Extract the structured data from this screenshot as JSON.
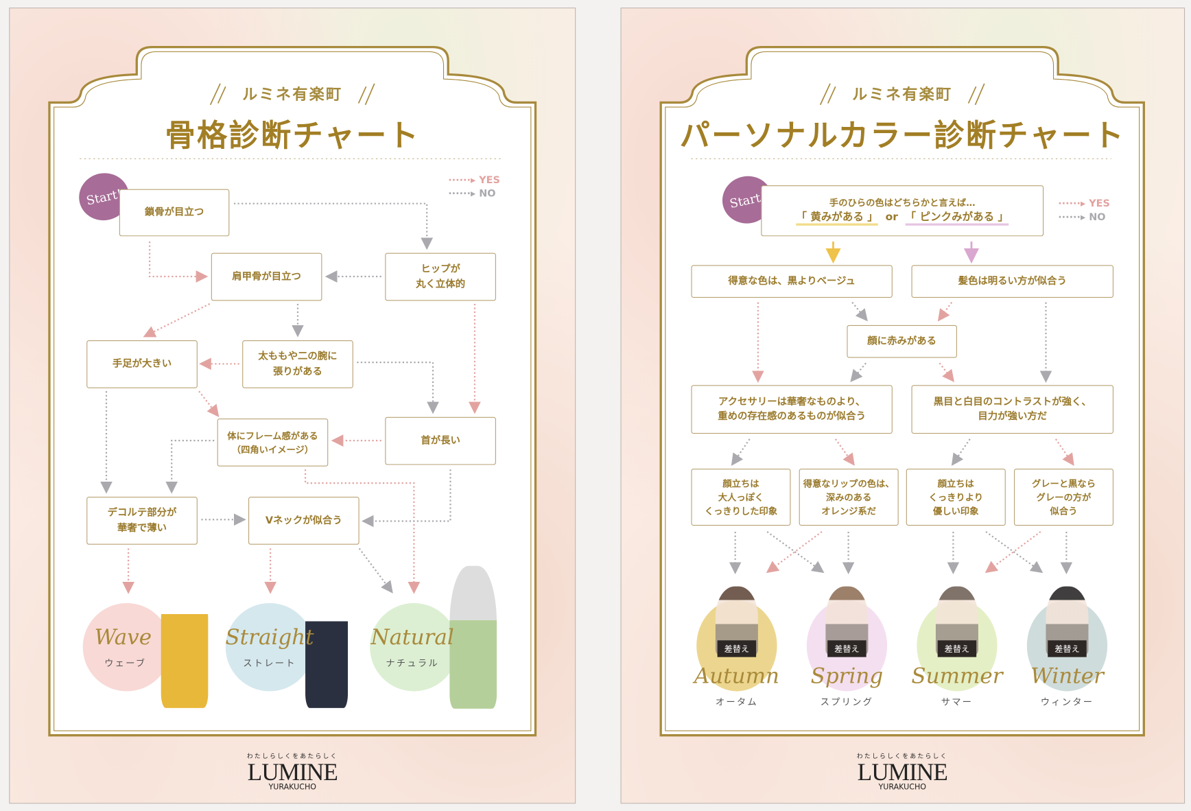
{
  "colors": {
    "gold": "#a27e24",
    "yes": "#e2a3a0",
    "no": "#aaa9ae",
    "start": "#a76c97",
    "yellow_arrow": "#efc24a",
    "pink_arrow": "#d9a7cf"
  },
  "legend": {
    "yes": "YES",
    "no": "NO"
  },
  "left": {
    "subtitle": "ルミネ有楽町",
    "title": "骨格診断チャート",
    "start": "Start!",
    "nodes": [
      "鎖骨が目立つ",
      "肩甲骨が目立つ",
      "ヒップが\n丸く立体的",
      "手足が大きい",
      "太ももや二の腕に\n張りがある",
      "体にフレーム感がある\n（四角いイメージ）",
      "首が長い",
      "デコルテ部分が\n華奢で薄い",
      "Vネックが似合う"
    ],
    "results": [
      {
        "en": "Wave",
        "ja": "ウェーブ",
        "color": "#f8d9d6"
      },
      {
        "en": "Straight",
        "ja": "ストレート",
        "color": "#d5e8ee"
      },
      {
        "en": "Natural",
        "ja": "ナチュラル",
        "color": "#dcefd3"
      }
    ]
  },
  "right": {
    "subtitle": "ルミネ有楽町",
    "title": "パーソナルカラー診断チャート",
    "start": "Start!",
    "question": {
      "line1": "手のひらの色はどちらかと言えば…",
      "yellow": "「 黄みがある 」",
      "or": "or",
      "pink": "「 ピンクみがある 」"
    },
    "nodes": [
      "得意な色は、黒よりベージュ",
      "髪色は明るい方が似合う",
      "顔に赤みがある",
      "アクセサリーは華奢なものより、\n重めの存在感のあるものが似合う",
      "黒目と白目のコントラストが強く、\n目力が強い方だ",
      "顔立ちは\n大人っぽく\nくっきりした印象",
      "得意なリップの色は、\n深みのある\nオレンジ系だ",
      "顔立ちは\nくっきりより\n優しい印象",
      "グレーと黒なら\nグレーの方が\n似合う"
    ],
    "placeholder": "差替え",
    "results": [
      {
        "en": "Autumn",
        "ja": "オータム",
        "color": "#ecd68f"
      },
      {
        "en": "Spring",
        "ja": "スプリング",
        "color": "#f4dff0"
      },
      {
        "en": "Summer",
        "ja": "サマー",
        "color": "#e5efc6"
      },
      {
        "en": "Winter",
        "ja": "ウィンター",
        "color": "#cfdcdc"
      }
    ]
  },
  "footer": {
    "tagline": "わたしらしくをあたらしく",
    "brand": "LUMINE",
    "location": "YURAKUCHO"
  }
}
